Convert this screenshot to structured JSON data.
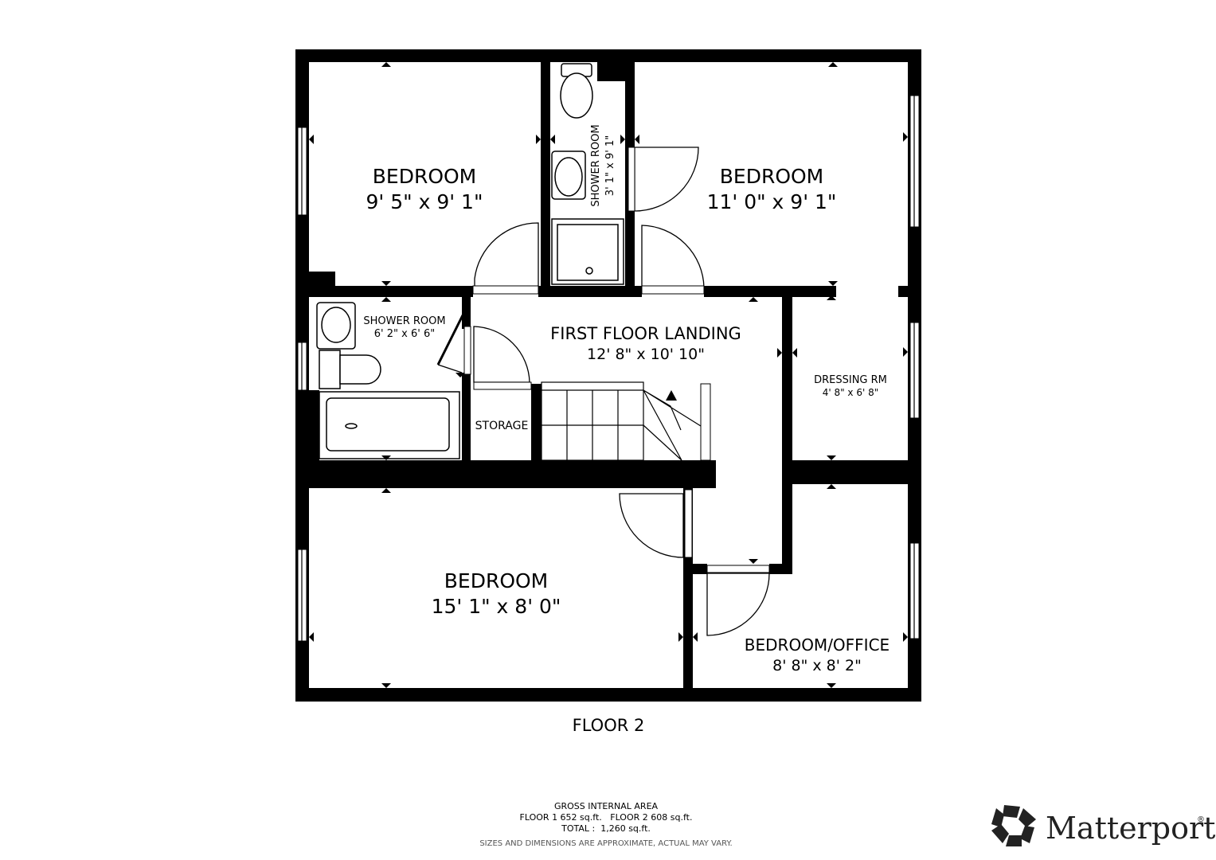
{
  "floor_label": "FLOOR 2",
  "rooms": {
    "bedroom_top_left": {
      "name": "BEDROOM",
      "dims": "9' 5\" x 9' 1\""
    },
    "shower_room_narrow": {
      "name": "SHOWER ROOM",
      "dims": "3' 1\" x 9' 1\""
    },
    "bedroom_top_right": {
      "name": "BEDROOM",
      "dims": "11' 0\" x 9' 1\""
    },
    "shower_room": {
      "name": "SHOWER ROOM",
      "dims": "6' 2\" x 6' 6\""
    },
    "landing": {
      "name": "FIRST FLOOR LANDING",
      "dims": "12' 8\" x 10' 10\""
    },
    "dressing": {
      "name": "DRESSING RM",
      "dims": "4' 8\" x 6' 8\""
    },
    "storage": {
      "name": "STORAGE"
    },
    "bedroom_bottom": {
      "name": "BEDROOM",
      "dims": "15' 1\" x 8' 0\""
    },
    "bedroom_office": {
      "name": "BEDROOM/OFFICE",
      "dims": "8' 8\" x 8' 2\""
    }
  },
  "area": {
    "heading": "GROSS INTERNAL AREA",
    "floors_line": "FLOOR 1 652 sq.ft.   FLOOR 2 608 sq.ft.",
    "total_line": "TOTAL :  1,260 sq.ft.",
    "disclaimer": "SIZES AND DIMENSIONS ARE APPROXIMATE, ACTUAL MAY VARY."
  },
  "brand": {
    "name": "Matterport",
    "mark": "®",
    "color": "#222222"
  }
}
